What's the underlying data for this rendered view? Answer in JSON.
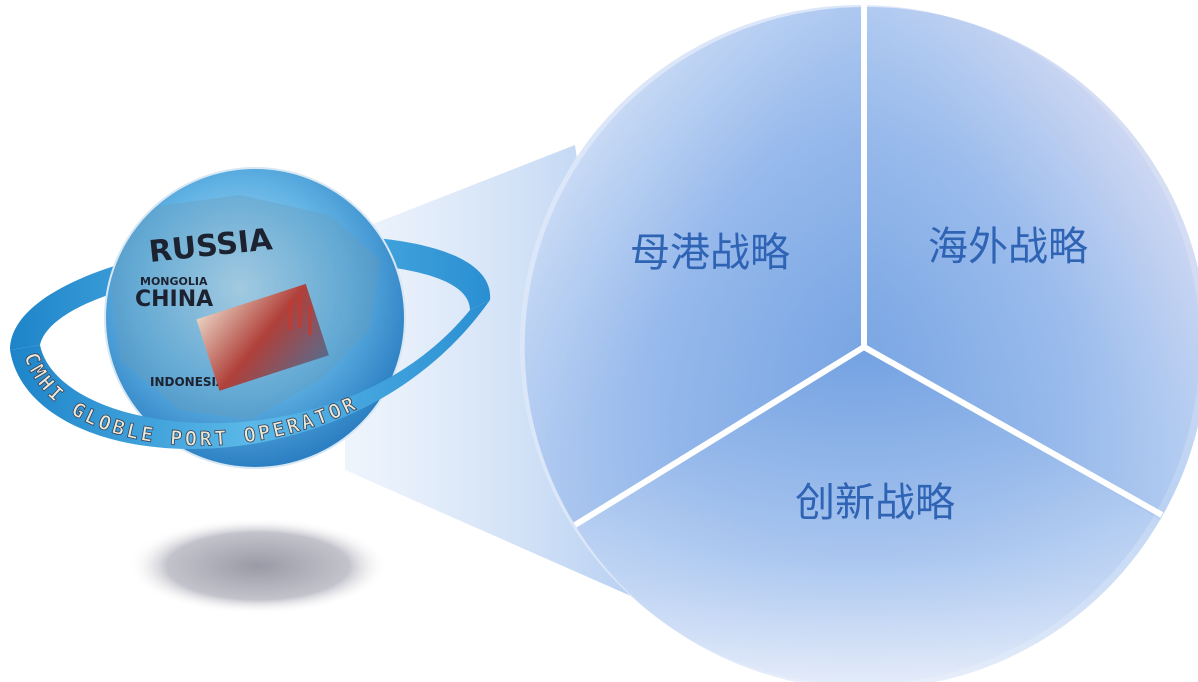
{
  "logo": {
    "ring_text": "CMHI GLOBLE PORT OPERATOR",
    "globe_labels": [
      "RUSSIA",
      "MONGOLIA",
      "CHINA",
      "INDONESIA"
    ]
  },
  "strategy_circle": {
    "segments": [
      {
        "label": "母港战略"
      },
      {
        "label": "海外战略"
      },
      {
        "label": "创新战略"
      }
    ]
  },
  "colors": {
    "segment_blue": "#6f9fe0",
    "label_blue": "#2f63b4",
    "ring_blue": "#2c9ad6",
    "divider": "#ffffff"
  }
}
